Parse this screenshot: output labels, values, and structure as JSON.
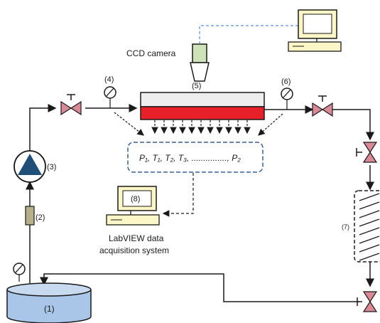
{
  "labels": {
    "tank": "(1)",
    "filter": "(2)",
    "pump": "(3)",
    "gauge_inlet": "(4)",
    "test_section": "(5)",
    "gauge_outlet": "(6)",
    "heat_exchanger": "(7)",
    "daq_computer": "(8)",
    "ccd_camera": "CCD camera",
    "daq_line1": "LabVIEW data",
    "daq_line2": "acquisition system",
    "signals": "P₁, T₁, T₂, T₃, ..............., P₂"
  },
  "colors": {
    "line": "#1a1a1a",
    "dashed_link": "#5b8fd6",
    "signal_box": "#3b5f9a",
    "tank_fill": "#a9c5e8",
    "pump_triangle": "#1f4e79",
    "valve_fill": "#d98a96",
    "heater": "#e8202a",
    "channel": "#eeeeee",
    "filter": "#b5b08a",
    "camera": "#cfe3b8",
    "computer": "#fdf6c6"
  },
  "icons": [
    "valve-icon",
    "pressure-gauge-icon",
    "pump-icon",
    "computer-icon",
    "camera-icon",
    "filter-icon",
    "tank-icon",
    "heat-exchanger-icon"
  ]
}
